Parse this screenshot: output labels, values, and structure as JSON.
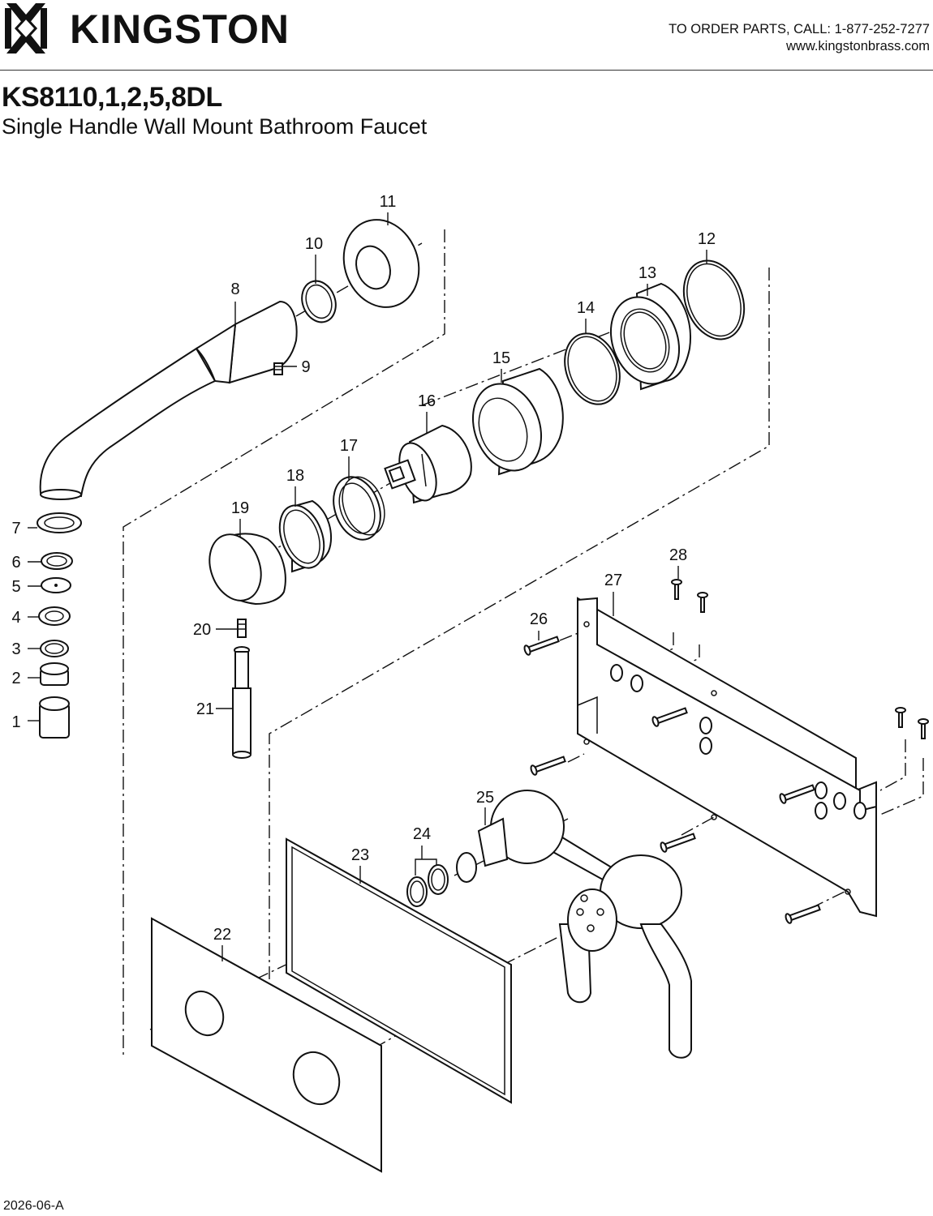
{
  "header": {
    "brand": "KINGSTON",
    "phone_line": "TO ORDER PARTS, CALL: 1-877-252-7277",
    "website": "www.kingstonbrass.com"
  },
  "title": {
    "model": "KS8110,1,2,5,8DL",
    "description": "Single Handle Wall Mount Bathroom Faucet"
  },
  "footer": {
    "doc_code": "2026-06-A"
  },
  "callouts": [
    "1",
    "2",
    "3",
    "4",
    "5",
    "6",
    "7",
    "8",
    "9",
    "10",
    "11",
    "12",
    "13",
    "14",
    "15",
    "16",
    "17",
    "18",
    "19",
    "20",
    "21",
    "22",
    "23",
    "24",
    "25",
    "26",
    "27",
    "28"
  ],
  "colors": {
    "ink": "#111111",
    "paper": "#ffffff"
  }
}
